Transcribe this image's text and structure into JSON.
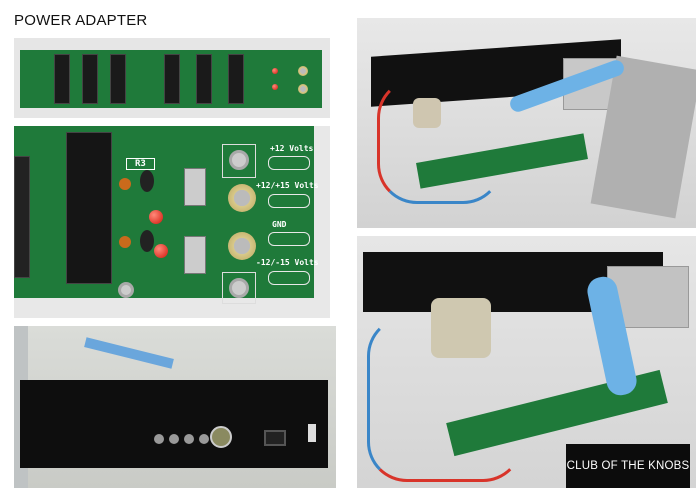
{
  "page": {
    "title": "POWER ADAPTER"
  },
  "pcb_closeup": {
    "component_label": "R3",
    "outputs": [
      "+12 Volts",
      "+12/+15 Volts",
      "GND",
      "-12/-15 Volts"
    ]
  },
  "logo": {
    "text": "CLUB OF THE KNOBS"
  }
}
